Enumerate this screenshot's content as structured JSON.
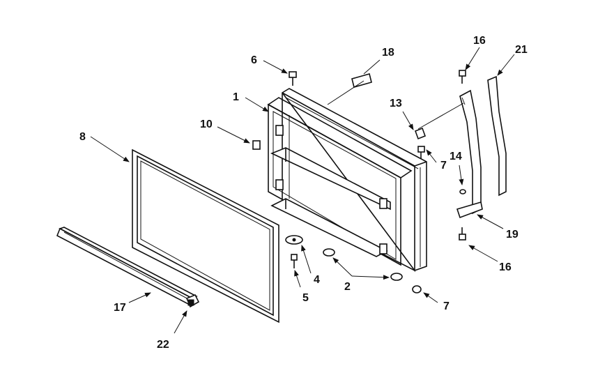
{
  "diagram": {
    "callouts": [
      {
        "id": "c1",
        "label": "1"
      },
      {
        "id": "c2",
        "label": "2"
      },
      {
        "id": "c4",
        "label": "4"
      },
      {
        "id": "c5",
        "label": "5"
      },
      {
        "id": "c6",
        "label": "6"
      },
      {
        "id": "c7a",
        "label": "7"
      },
      {
        "id": "c7b",
        "label": "7"
      },
      {
        "id": "c8",
        "label": "8"
      },
      {
        "id": "c10",
        "label": "10"
      },
      {
        "id": "c13",
        "label": "13"
      },
      {
        "id": "c14",
        "label": "14"
      },
      {
        "id": "c16a",
        "label": "16"
      },
      {
        "id": "c16b",
        "label": "16"
      },
      {
        "id": "c17",
        "label": "17"
      },
      {
        "id": "c18",
        "label": "18"
      },
      {
        "id": "c19",
        "label": "19"
      },
      {
        "id": "c21",
        "label": "21"
      },
      {
        "id": "c22",
        "label": "22"
      }
    ]
  }
}
